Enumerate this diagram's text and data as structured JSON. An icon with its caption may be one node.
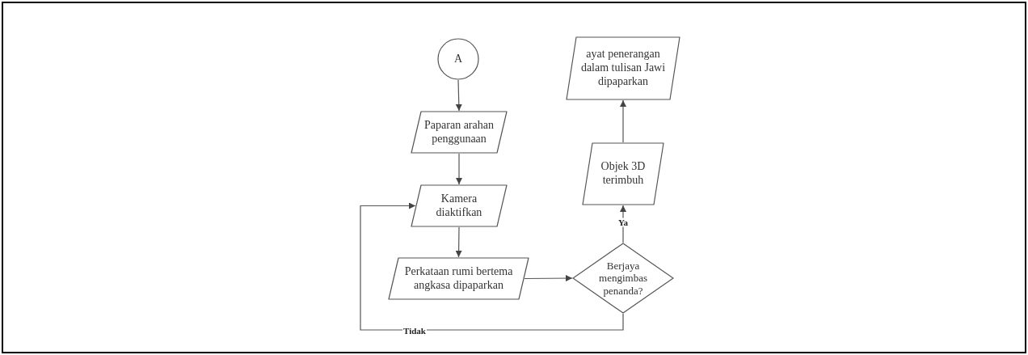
{
  "diagram": {
    "nodes": [
      {
        "text": [
          "A"
        ]
      },
      {
        "text": [
          "Paparan arahan penggunaan"
        ]
      },
      {
        "text": [
          "Kamera diaktifkan"
        ]
      },
      {
        "text": [
          "Perkataan rumi bertema angkasa dipaparkan"
        ]
      },
      {
        "text": [
          "Berjaya mengimbas penanda?"
        ]
      },
      {
        "text": [
          "Objek 3D terimbuh"
        ]
      },
      {
        "text": [
          "ayat penerangan dalam tulisan Jawi dipaparkan"
        ]
      }
    ],
    "edges": [
      {
        "from": 0,
        "to": 1,
        "arrow": "to"
      },
      {
        "from": 1,
        "to": 2,
        "arrow": "to"
      },
      {
        "from": 2,
        "to": 3,
        "arrow": "to"
      },
      {
        "from": 3,
        "to": 4,
        "arrow": "to"
      },
      {
        "from": 4,
        "to": 5,
        "arrow": "to",
        "label": "Ya"
      },
      {
        "from": 5,
        "to": 6,
        "arrow": "to"
      },
      {
        "from": 4,
        "to": 2,
        "arrow": "to",
        "label": "Tidak"
      }
    ]
  }
}
